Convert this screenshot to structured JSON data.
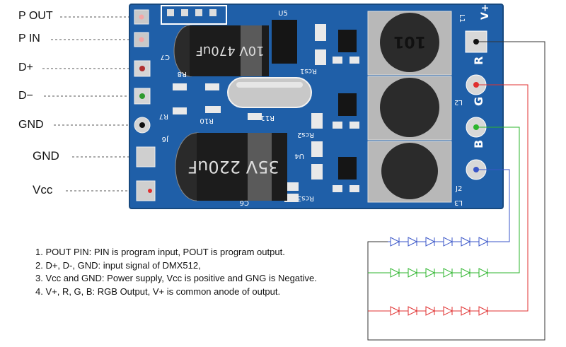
{
  "pin_labels": {
    "pout": "P OUT",
    "pin": "P IN",
    "dplus": "D+",
    "dminus": "D−",
    "gnd1": "GND",
    "gnd2": "GND",
    "vcc": "Vcc"
  },
  "board_markings": {
    "vplus": "V+",
    "r": "R",
    "g": "G",
    "b": "B",
    "l1": "L1",
    "l2": "L2",
    "l3": "L3",
    "j2": "J2",
    "j6": "J6",
    "u5": "U5",
    "u4": "U4",
    "c7": "C7",
    "c6": "C6",
    "r8": "R8",
    "r7": "R7",
    "r10": "R10",
    "r11": "R11",
    "rcs1": "Rcs1",
    "rcs2": "Rcs2",
    "rcs3": "Rcs3",
    "cap1": "10V 470uF",
    "cap2": "35V 220uF",
    "inductor": "101"
  },
  "notes": [
    "1. POUT PIN: PIN is program input, POUT is program output.",
    "2. D+, D-, GND:  input signal of DMX512,",
    "3. Vcc and GND:  Power supply, Vcc is positive and GNG is Negative.",
    "4. V+, R, G, B:  RGB Output, V+ is common anode of output."
  ],
  "colors": {
    "pcb": "#1f5fa8",
    "pcb_dark": "#17497f",
    "red_wire": "#e03030",
    "green_wire": "#2db52d",
    "blue_wire": "#3a56c8",
    "dark_wire": "#333333"
  }
}
